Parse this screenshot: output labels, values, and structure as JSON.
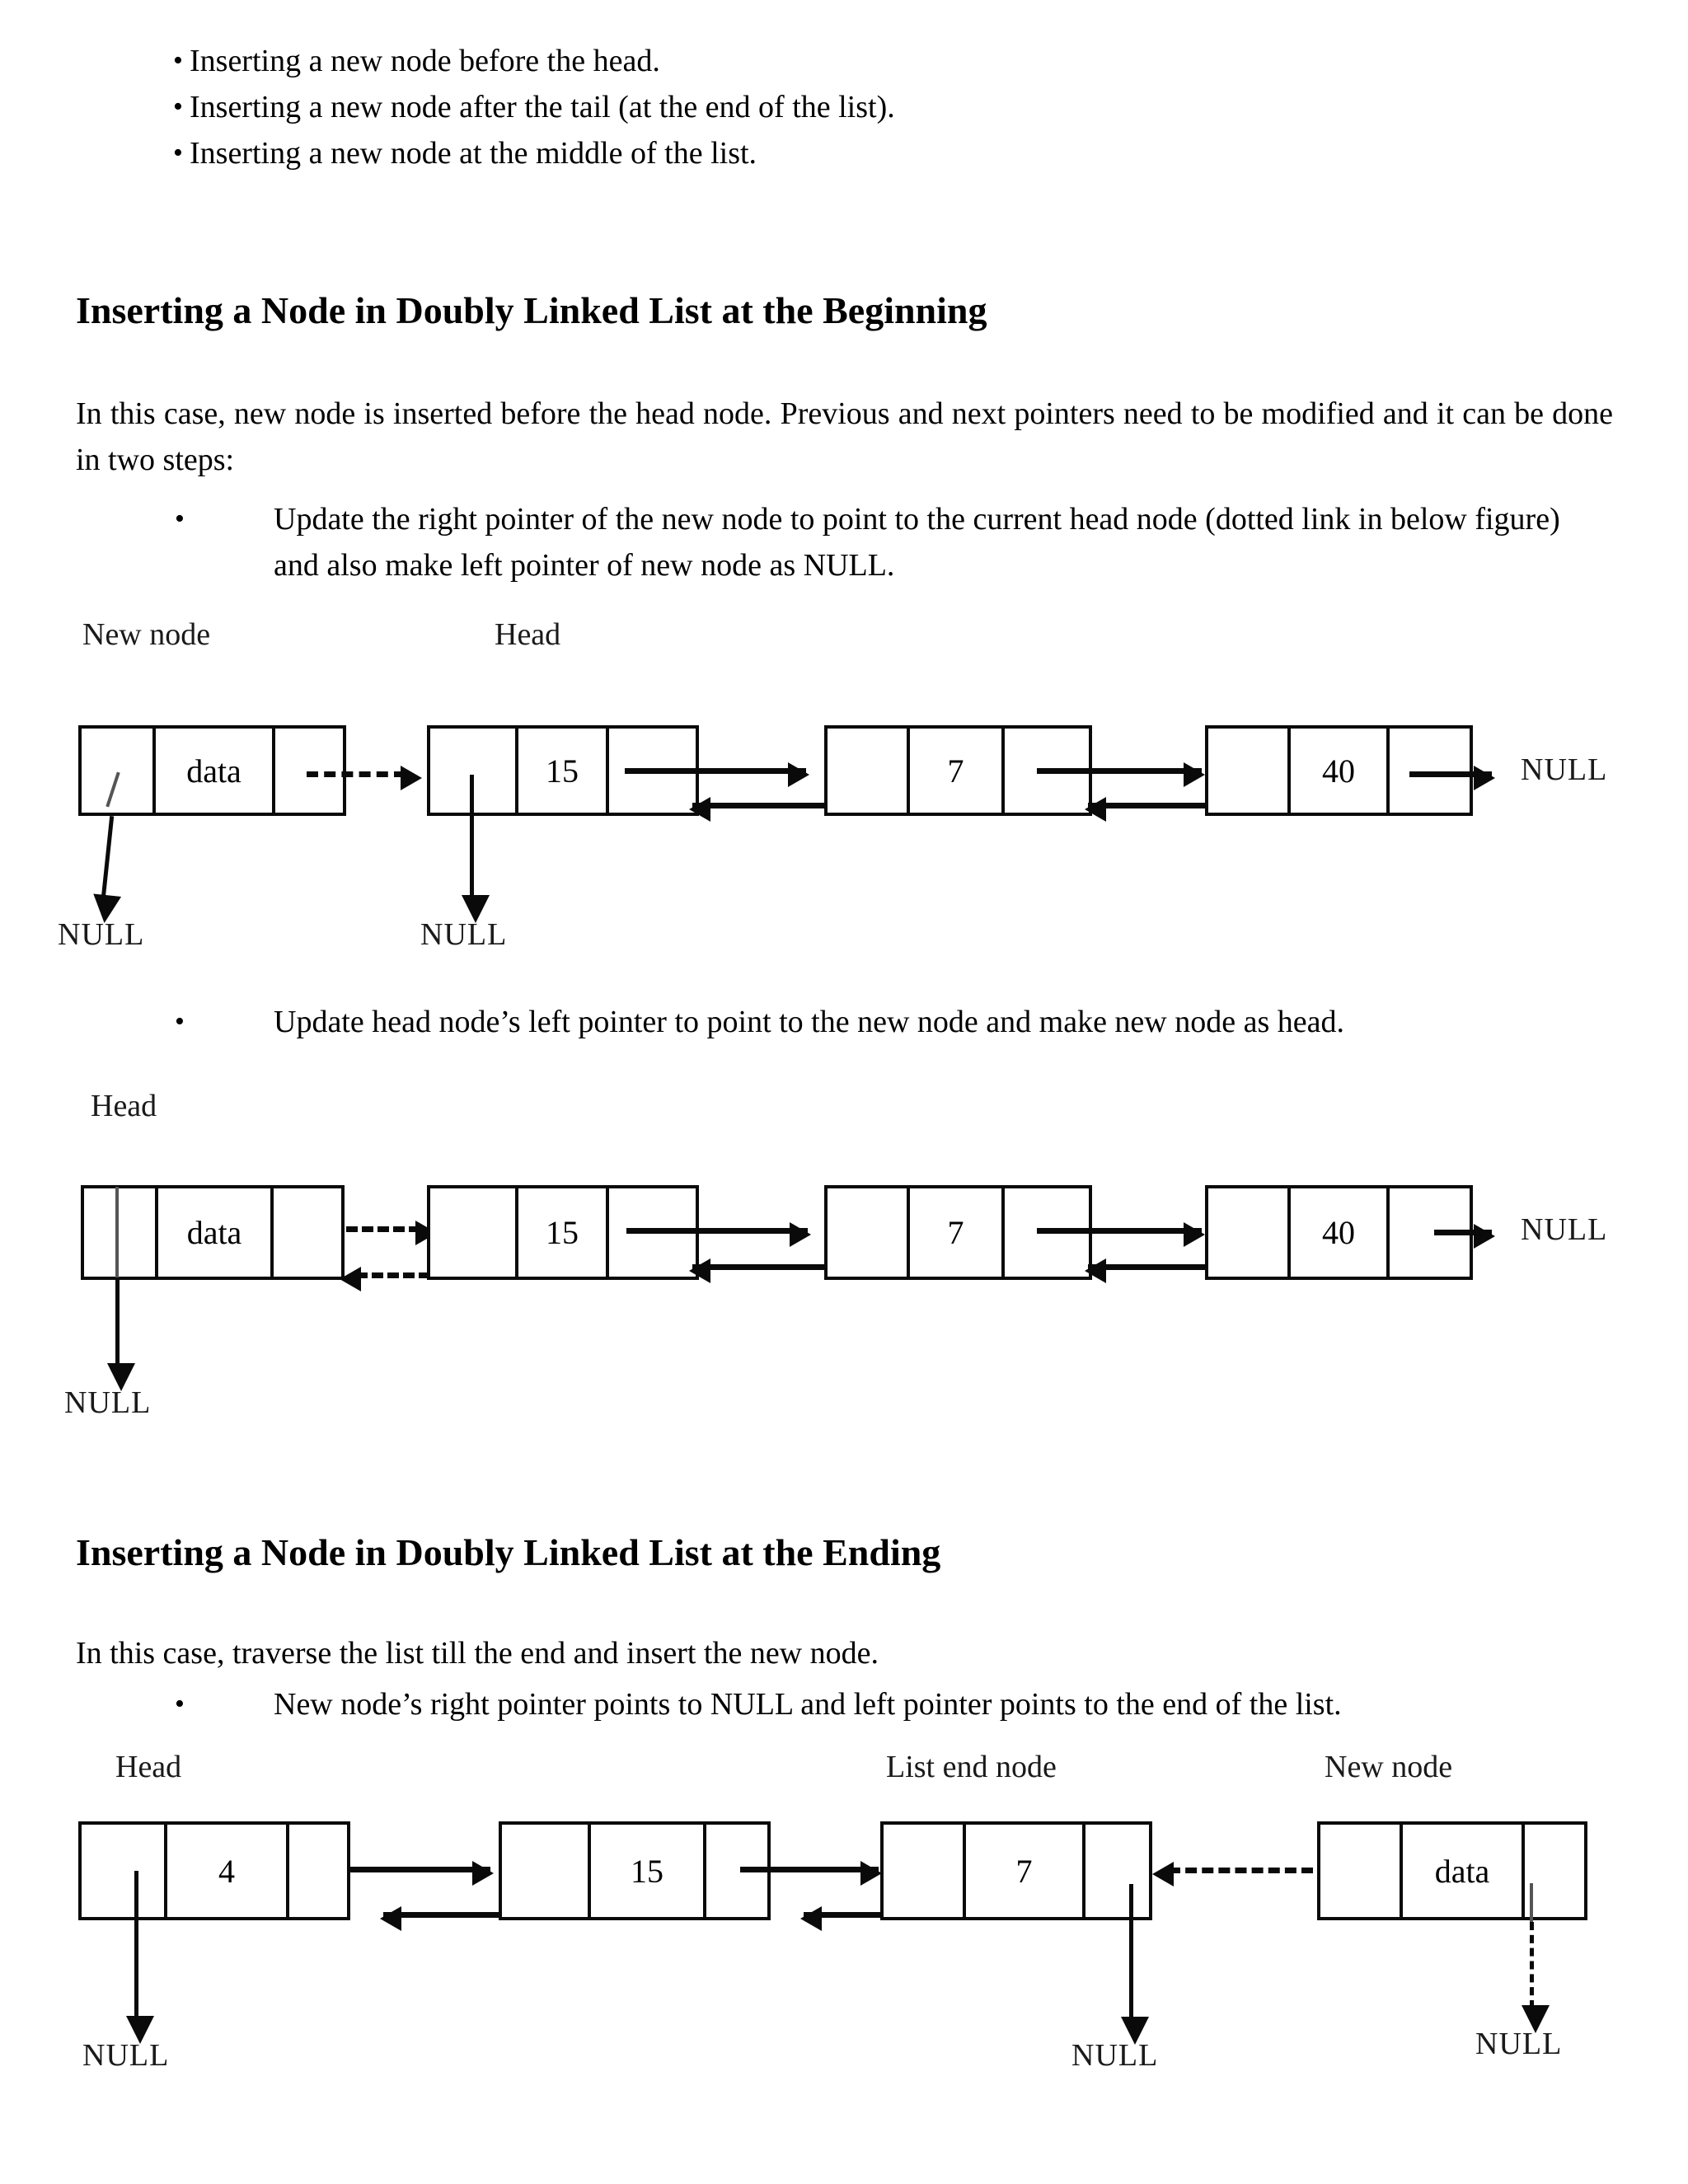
{
  "document": {
    "top_bullets": [
      "Inserting a new node before the head.",
      "Inserting a new node after the tail (at the end of the list).",
      "Inserting a new node at the middle of the list."
    ],
    "section1": {
      "heading": "Inserting a Node in Doubly Linked List at the Beginning",
      "paragraph": "In this case, new node is inserted before the head node. Previous and next pointers need to be modified and it can be done in two steps:",
      "step1": "Update the right pointer of the new node to point to the current head node (dotted link in below figure) and also make left pointer of new node as NULL.",
      "step2": "Update head node’s left pointer to point to the new node and make new node as head."
    },
    "section2": {
      "heading": "Inserting a Node in Doubly Linked List at the Ending",
      "paragraph": "In this case, traverse the list till the end and insert the new node.",
      "step1": "New node’s right pointer points to NULL and left pointer points to the end of the list."
    },
    "bullet_glyph": "•"
  },
  "figure1": {
    "labels": {
      "new_node": "New node",
      "head": "Head"
    },
    "nodes": [
      {
        "data": "data"
      },
      {
        "data": "15"
      },
      {
        "data": "7"
      },
      {
        "data": "40"
      }
    ],
    "null_new_node": "NULL",
    "null_head": "NULL",
    "null_tail": "NULL"
  },
  "figure2": {
    "labels": {
      "head": "Head"
    },
    "nodes": [
      {
        "data": "data"
      },
      {
        "data": "15"
      },
      {
        "data": "7"
      },
      {
        "data": "40"
      }
    ],
    "null_head": "NULL",
    "null_tail": "NULL"
  },
  "figure3": {
    "labels": {
      "head": "Head",
      "list_end_node": "List end node",
      "new_node": "New node"
    },
    "nodes": [
      {
        "data": "4"
      },
      {
        "data": "15"
      },
      {
        "data": "7"
      },
      {
        "data": "data"
      }
    ],
    "null_head": "NULL",
    "null_list_end": "NULL",
    "null_new_node": "NULL"
  }
}
